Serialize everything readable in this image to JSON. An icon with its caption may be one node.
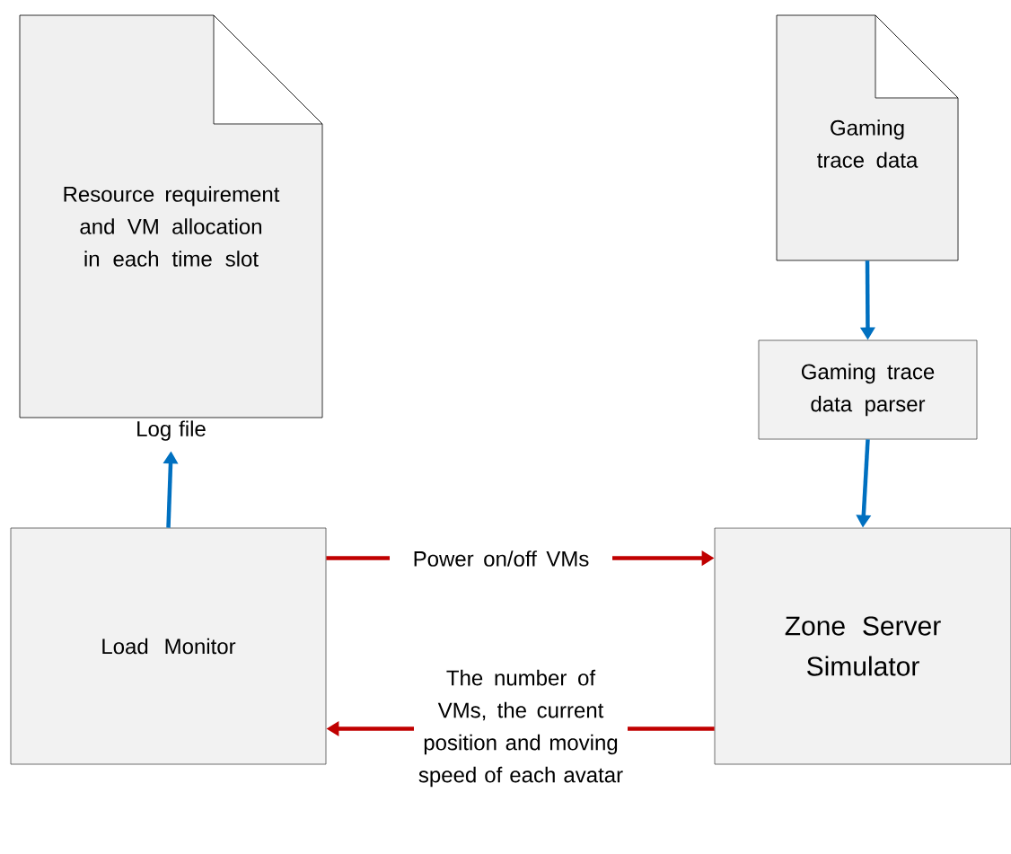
{
  "diagram": {
    "nodes": [
      {
        "text": [
          "Resource requirement and VM allocation in each time slot"
        ],
        "beside": [
          "Log file"
        ]
      },
      {
        "text": [
          "Gaming trace data"
        ]
      },
      {
        "text": [
          "Gaming trace data parser"
        ]
      },
      {
        "text": [
          "Load Monitor"
        ]
      },
      {
        "text": [
          "Zone Server Simulator"
        ]
      }
    ],
    "edges": [
      {
        "from": 3,
        "to": 0,
        "arrow": "to",
        "color": "#0070c0"
      },
      {
        "from": 1,
        "to": 2,
        "arrow": "to",
        "color": "#0070c0"
      },
      {
        "from": 2,
        "to": 4,
        "arrow": "to",
        "color": "#0070c0"
      },
      {
        "from": 3,
        "to": 4,
        "arrow": "to",
        "label": "Power on/off VMs",
        "color": "#c00000"
      },
      {
        "from": 4,
        "to": 3,
        "arrow": "to",
        "label": "The number of VMs, the current position and moving speed of each avatar",
        "color": "#c00000"
      }
    ]
  }
}
